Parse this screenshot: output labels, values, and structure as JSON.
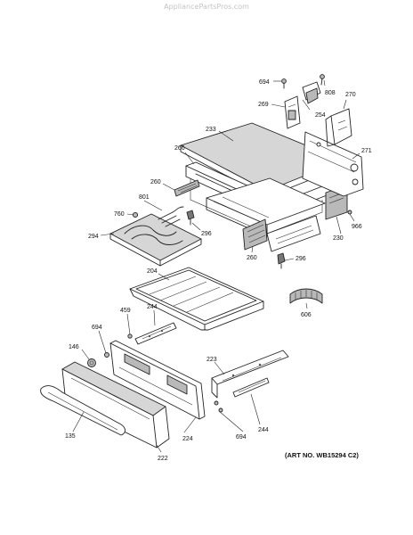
{
  "watermark": "AppliancePartsPros.com",
  "art_number": "(ART NO. WB15294 C2)",
  "callouts": [
    {
      "id": "694-top",
      "text": "694"
    },
    {
      "id": "808",
      "text": "808"
    },
    {
      "id": "270",
      "text": "270"
    },
    {
      "id": "269",
      "text": "269"
    },
    {
      "id": "254",
      "text": "254"
    },
    {
      "id": "233",
      "text": "233"
    },
    {
      "id": "271",
      "text": "271"
    },
    {
      "id": "266",
      "text": "266"
    },
    {
      "id": "260-upper",
      "text": "260"
    },
    {
      "id": "801",
      "text": "801"
    },
    {
      "id": "760",
      "text": "760"
    },
    {
      "id": "296-upper",
      "text": "296"
    },
    {
      "id": "294",
      "text": "294"
    },
    {
      "id": "966",
      "text": "966"
    },
    {
      "id": "230",
      "text": "230"
    },
    {
      "id": "260-lower",
      "text": "260"
    },
    {
      "id": "296-lower",
      "text": "296"
    },
    {
      "id": "204",
      "text": "204"
    },
    {
      "id": "606",
      "text": "606"
    },
    {
      "id": "459",
      "text": "459"
    },
    {
      "id": "244-upper",
      "text": "244"
    },
    {
      "id": "694-mid",
      "text": "694"
    },
    {
      "id": "146",
      "text": "146"
    },
    {
      "id": "223",
      "text": "223"
    },
    {
      "id": "135",
      "text": "135"
    },
    {
      "id": "224",
      "text": "224"
    },
    {
      "id": "694-bottom",
      "text": "694"
    },
    {
      "id": "244-lower",
      "text": "244"
    },
    {
      "id": "222",
      "text": "222"
    }
  ]
}
